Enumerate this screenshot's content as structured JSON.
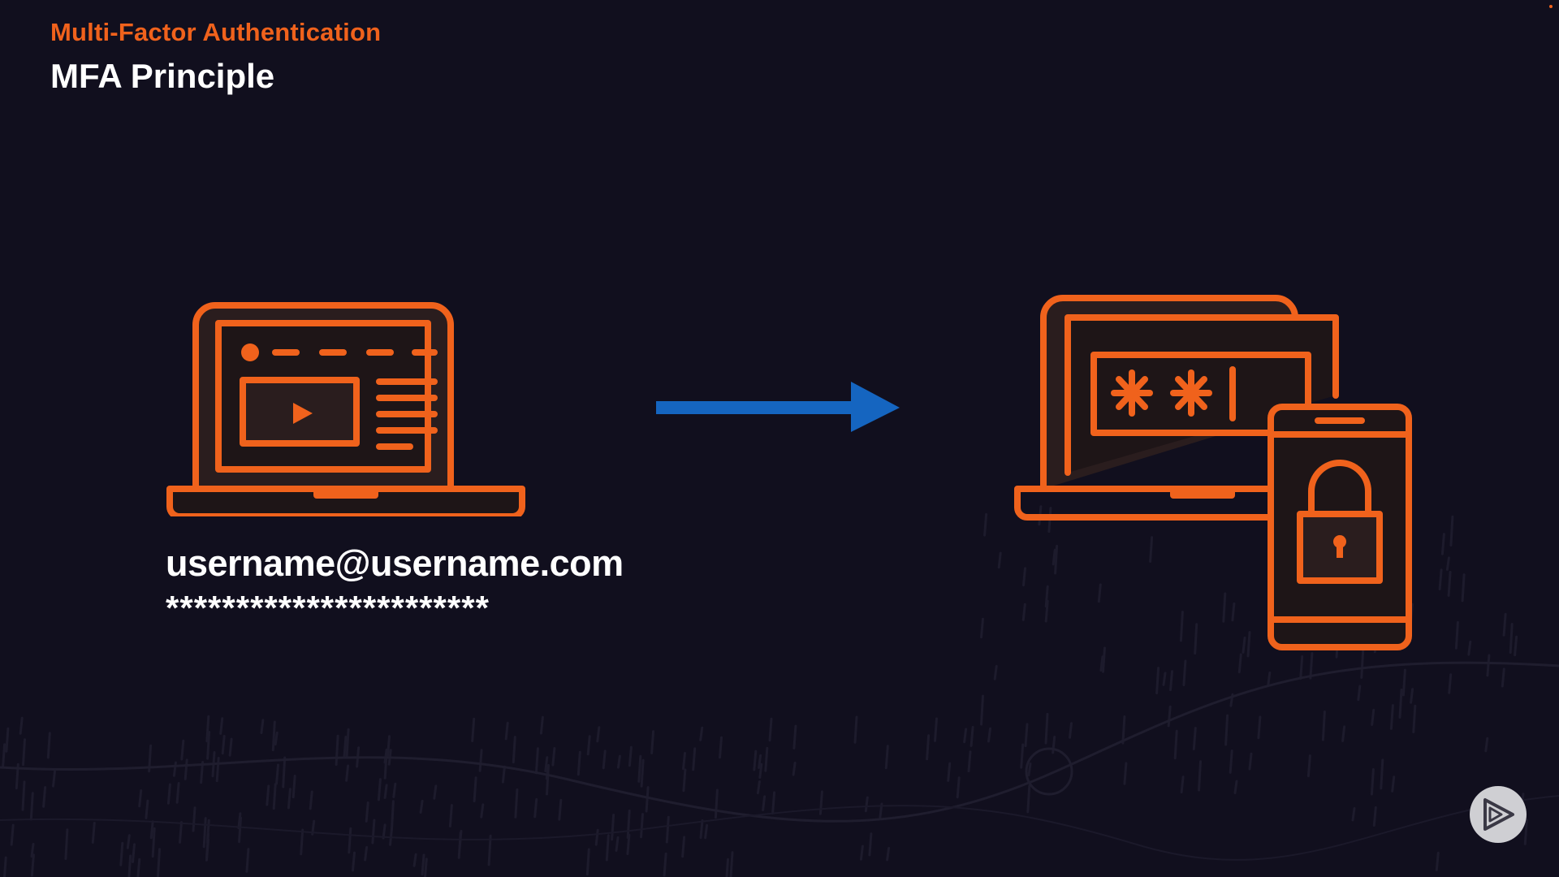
{
  "slide": {
    "subtitle": "Multi-Factor Authentication",
    "title": "MFA Principle"
  },
  "credentials": {
    "email": "username@username.com",
    "password_mask": "***********************"
  },
  "icons": {
    "left": "laptop-with-web-page-icon",
    "arrow": "right-arrow-icon",
    "right": "laptop-password-and-phone-lock-icon",
    "badge": "play-logo-icon"
  },
  "colors": {
    "background": "#110f1e",
    "accent": "#f0621c",
    "arrow": "#1565c0",
    "text": "#ffffff"
  }
}
